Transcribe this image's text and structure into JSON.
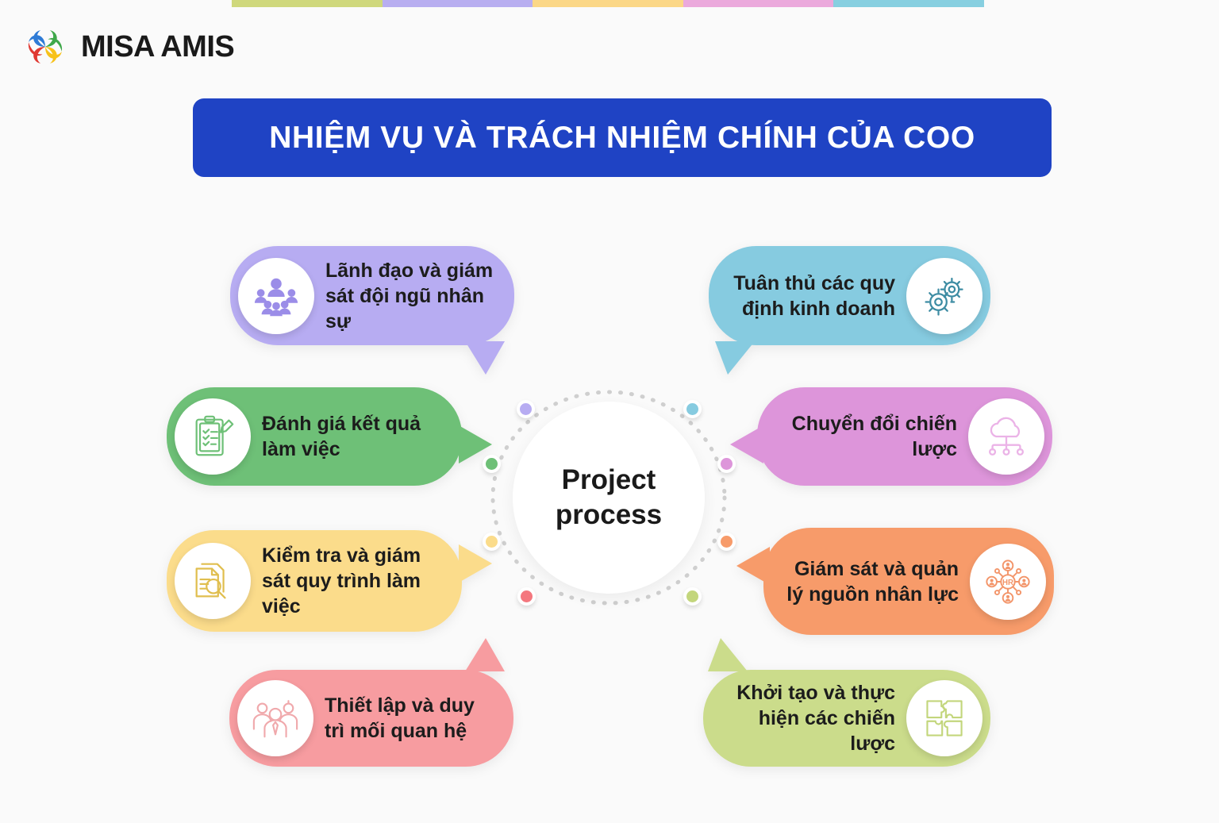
{
  "brand": {
    "name": "MISA AMIS",
    "logo_icon": "misa-swirl-logo-icon",
    "logo_colors": [
      "#2E7BD6",
      "#3FA84A",
      "#F7C21B",
      "#E03A33"
    ]
  },
  "topbar": {
    "segments": [
      "#CFD87C",
      "#B8AEF0",
      "#FBD787",
      "#EBA9DC",
      "#87CFE0"
    ]
  },
  "header": {
    "title": "NHIỆM VỤ VÀ TRÁCH NHIỆM CHÍNH CỦA COO",
    "background": "#1F43C4",
    "text_color": "#FFFFFF"
  },
  "hub": {
    "label_line1": "Project",
    "label_line2": "process",
    "circle_color": "#FFFFFF",
    "ring_style": "dotted",
    "ring_color": "#CFCFCF"
  },
  "bubbles": [
    {
      "id": "leadership",
      "text": "Lãnh đạo và giám sát đội ngũ nhân sự",
      "color": "#B7ACF2",
      "icon": "team-group-icon",
      "icon_color": "#9B8DE8",
      "side": "left",
      "tail": "bottom-right"
    },
    {
      "id": "compliance",
      "text": "Tuân thủ các quy định kinh doanh",
      "color": "#86CBE0",
      "icon": "gears-icon",
      "icon_color": "#3D8CA3",
      "side": "right",
      "tail": "bottom-left"
    },
    {
      "id": "performance-review",
      "text": "Đánh giá kết quả làm việc",
      "color": "#6EC077",
      "icon": "clipboard-checklist-pencil-icon",
      "icon_color": "#6EC077",
      "side": "left",
      "tail": "right"
    },
    {
      "id": "strategy-transformation",
      "text": "Chuyển đổi chiến lược",
      "color": "#DD95DA",
      "icon": "cloud-network-icon",
      "icon_color": "#E4A6E0",
      "side": "right",
      "tail": "left"
    },
    {
      "id": "process-monitoring",
      "text": "Kiểm tra và giám sát quy trình làm việc",
      "color": "#FBDC8B",
      "icon": "document-magnifier-icon",
      "icon_color": "#E0BE4E",
      "side": "left",
      "tail": "right"
    },
    {
      "id": "hr-management",
      "text": "Giám sát và quản lý nguồn nhân lực",
      "color": "#F79B6A",
      "icon": "hr-network-icon",
      "icon_color": "#F3956A",
      "side": "right",
      "tail": "left"
    },
    {
      "id": "relationships",
      "text": "Thiết lập và duy trì mối quan hệ",
      "color": "#F79CA0",
      "icon": "three-people-icon",
      "icon_color": "#F0A9AC",
      "side": "left",
      "tail": "top-right"
    },
    {
      "id": "strategy-execution",
      "text": "Khởi tạo và thực hiện các chiến lược",
      "color": "#CBDC8B",
      "icon": "puzzle-pieces-icon",
      "icon_color": "#C3D67C",
      "side": "right",
      "tail": "top-left"
    }
  ],
  "hub_dots": [
    {
      "ref": "leadership",
      "color": "#B7ACF2"
    },
    {
      "ref": "compliance",
      "color": "#86CBE0"
    },
    {
      "ref": "performance-review",
      "color": "#6EC077"
    },
    {
      "ref": "strategy-transformation",
      "color": "#DD95DA"
    },
    {
      "ref": "process-monitoring",
      "color": "#FBDC8B"
    },
    {
      "ref": "hr-management",
      "color": "#F79B6A"
    },
    {
      "ref": "relationships",
      "color": "#F4777E"
    },
    {
      "ref": "strategy-execution",
      "color": "#C3D67C"
    }
  ]
}
